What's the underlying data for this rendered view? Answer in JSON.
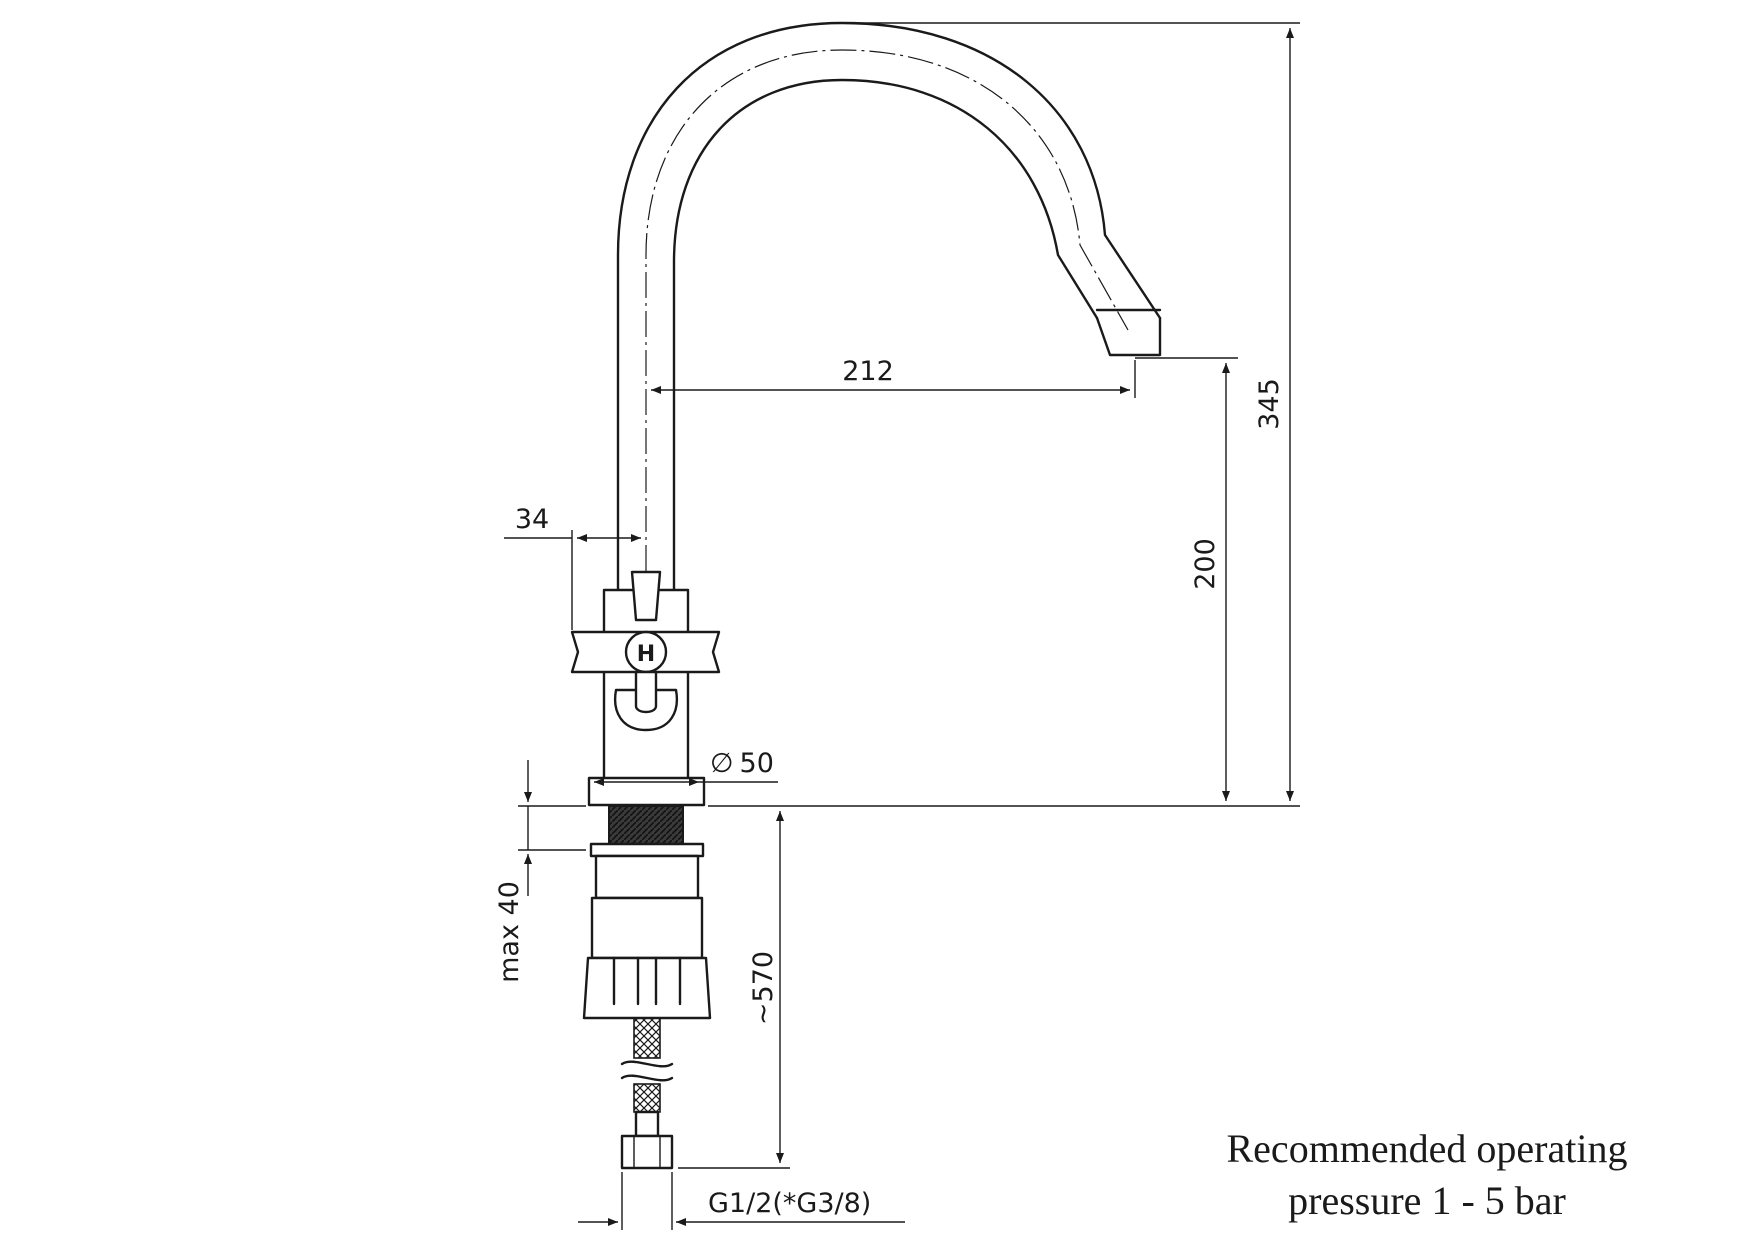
{
  "dimensions": {
    "spout_reach": "212",
    "overall_height": "345",
    "spout_height": "200",
    "handle_offset": "34",
    "base_diameter": "50",
    "base_diameter_symbol": "∅",
    "max_thickness": "max 40",
    "hose_length": "~570",
    "connection_thread": "G1/2(*G3/8)"
  },
  "handle_marking": "H",
  "note": {
    "line1": "Recommended operating",
    "line2": "pressure 1 - 5 bar"
  }
}
